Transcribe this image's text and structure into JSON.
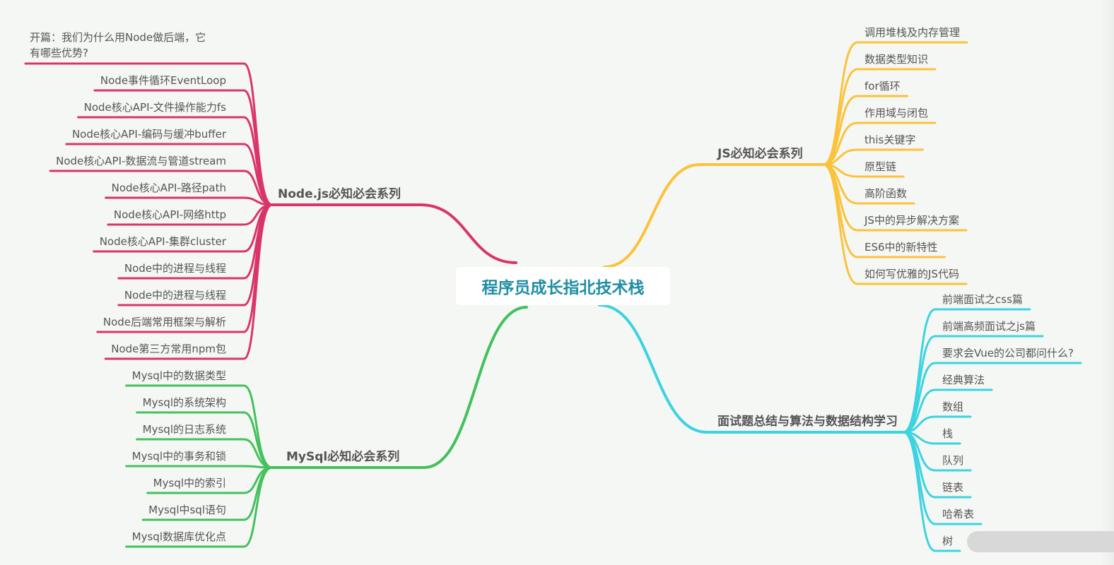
{
  "center": {
    "title": "程序员成长指北技术栈"
  },
  "colors": {
    "node": "#d9346b",
    "mysql": "#44c05c",
    "js": "#fbc23b",
    "interview": "#3dd3e0",
    "center_text": "#1e8ea3"
  },
  "branches": {
    "node": {
      "label": "Node.js必知必会系列",
      "items": [
        "开篇：我们为什么用Node做后端，它|有哪些优势?",
        "Node事件循环EventLoop",
        "Node核心API-文件操作能力fs",
        "Node核心API-编码与缓冲buffer",
        "Node核心API-数据流与管道stream",
        "Node核心API-路径path",
        "Node核心API-网络http",
        "Node核心API-集群cluster",
        "Node中的进程与线程",
        "Node中的进程与线程",
        "Node后端常用框架与解析",
        "Node第三方常用npm包"
      ]
    },
    "mysql": {
      "label": "MySql必知必会系列",
      "items": [
        "Mysql中的数据类型",
        "Mysql的系统架构",
        "Mysql的日志系统",
        "Mysql中的事务和锁",
        "Mysql中的索引",
        "Mysql中sql语句",
        "Mysql数据库优化点"
      ]
    },
    "js": {
      "label": "JS必知必会系列",
      "items": [
        "调用堆栈及内存管理",
        "数据类型知识",
        "for循环",
        "作用域与闭包",
        "this关键字",
        "原型链",
        "高阶函数",
        " JS中的异步解决方案",
        "ES6中的新特性",
        "如何写优雅的JS代码"
      ]
    },
    "interview": {
      "label": "面试题总结与算法与数据结构学习",
      "items": [
        "前端面试之css篇",
        "前端高频面试之js篇",
        "要求会Vue的公司都问什么?",
        "经典算法",
        "数组",
        "栈",
        "队列",
        "链表",
        "哈希表",
        "树"
      ]
    }
  }
}
